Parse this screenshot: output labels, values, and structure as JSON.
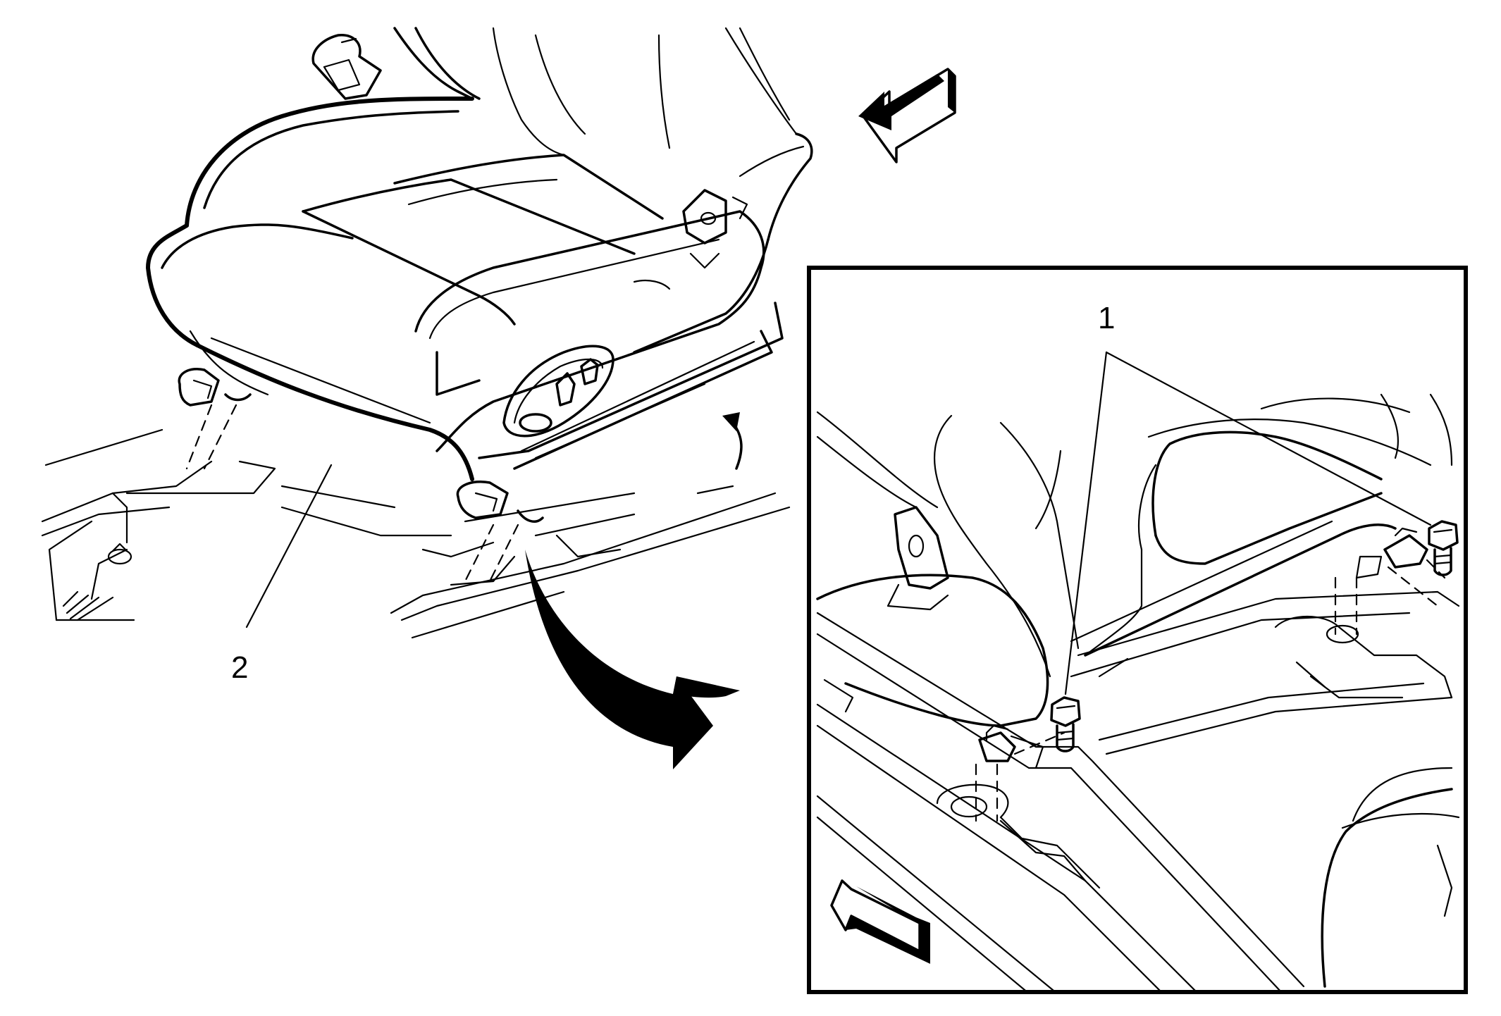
{
  "diagram": {
    "callouts": [
      {
        "id": "1",
        "label": "1"
      },
      {
        "id": "2",
        "label": "2"
      }
    ],
    "colors": {
      "stroke": "#000000",
      "background": "#ffffff"
    },
    "icons": [
      "direction-arrow-icon",
      "rotate-arrow-icon",
      "bolt-icon"
    ]
  }
}
